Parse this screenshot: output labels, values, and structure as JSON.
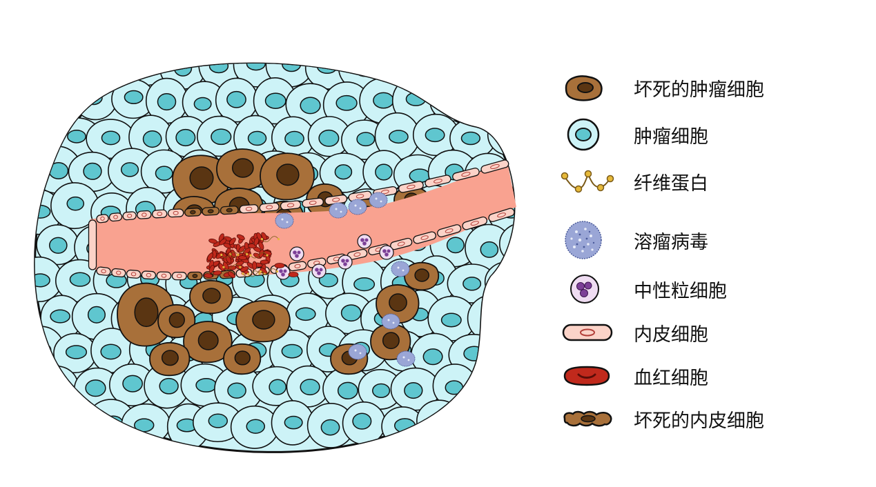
{
  "legend": {
    "items": [
      {
        "id": "necrotic-tumor-cell",
        "label": "坏死的肿瘤细胞",
        "icon": "necrotic-tumor-cell-icon"
      },
      {
        "id": "tumor-cell",
        "label": "肿瘤细胞",
        "icon": "tumor-cell-icon"
      },
      {
        "id": "fibrin",
        "label": "纤维蛋白",
        "icon": "fibrin-icon"
      },
      {
        "id": "oncolytic-virus",
        "label": "溶瘤病毒",
        "icon": "oncolytic-virus-icon"
      },
      {
        "id": "neutrophil",
        "label": "中性粒细胞",
        "icon": "neutrophil-icon"
      },
      {
        "id": "endothelial-cell",
        "label": "内皮细胞",
        "icon": "endothelial-cell-icon"
      },
      {
        "id": "red-blood-cell",
        "label": "血红细胞",
        "icon": "red-blood-cell-icon"
      },
      {
        "id": "necrotic-endothelial-cell",
        "label": "坏死的内皮细胞",
        "icon": "necrotic-endothelial-cell-icon"
      }
    ]
  },
  "colors": {
    "tumor_cell_fill": "#cdf3f7",
    "tumor_cell_nucleus": "#5fc6cf",
    "necrotic_fill": "#a8703a",
    "necrotic_nucleus": "#5a3512",
    "vessel": "#f9a290",
    "endothelial_fill": "#fbd3c8",
    "red_blood_cell": "#c0291c",
    "virus": "#9aa6d6",
    "neutrophil_fill": "#efdcf2",
    "neutrophil_nucleus": "#7c3f97",
    "fibrin": "#e6b93a",
    "outline": "#111111"
  }
}
